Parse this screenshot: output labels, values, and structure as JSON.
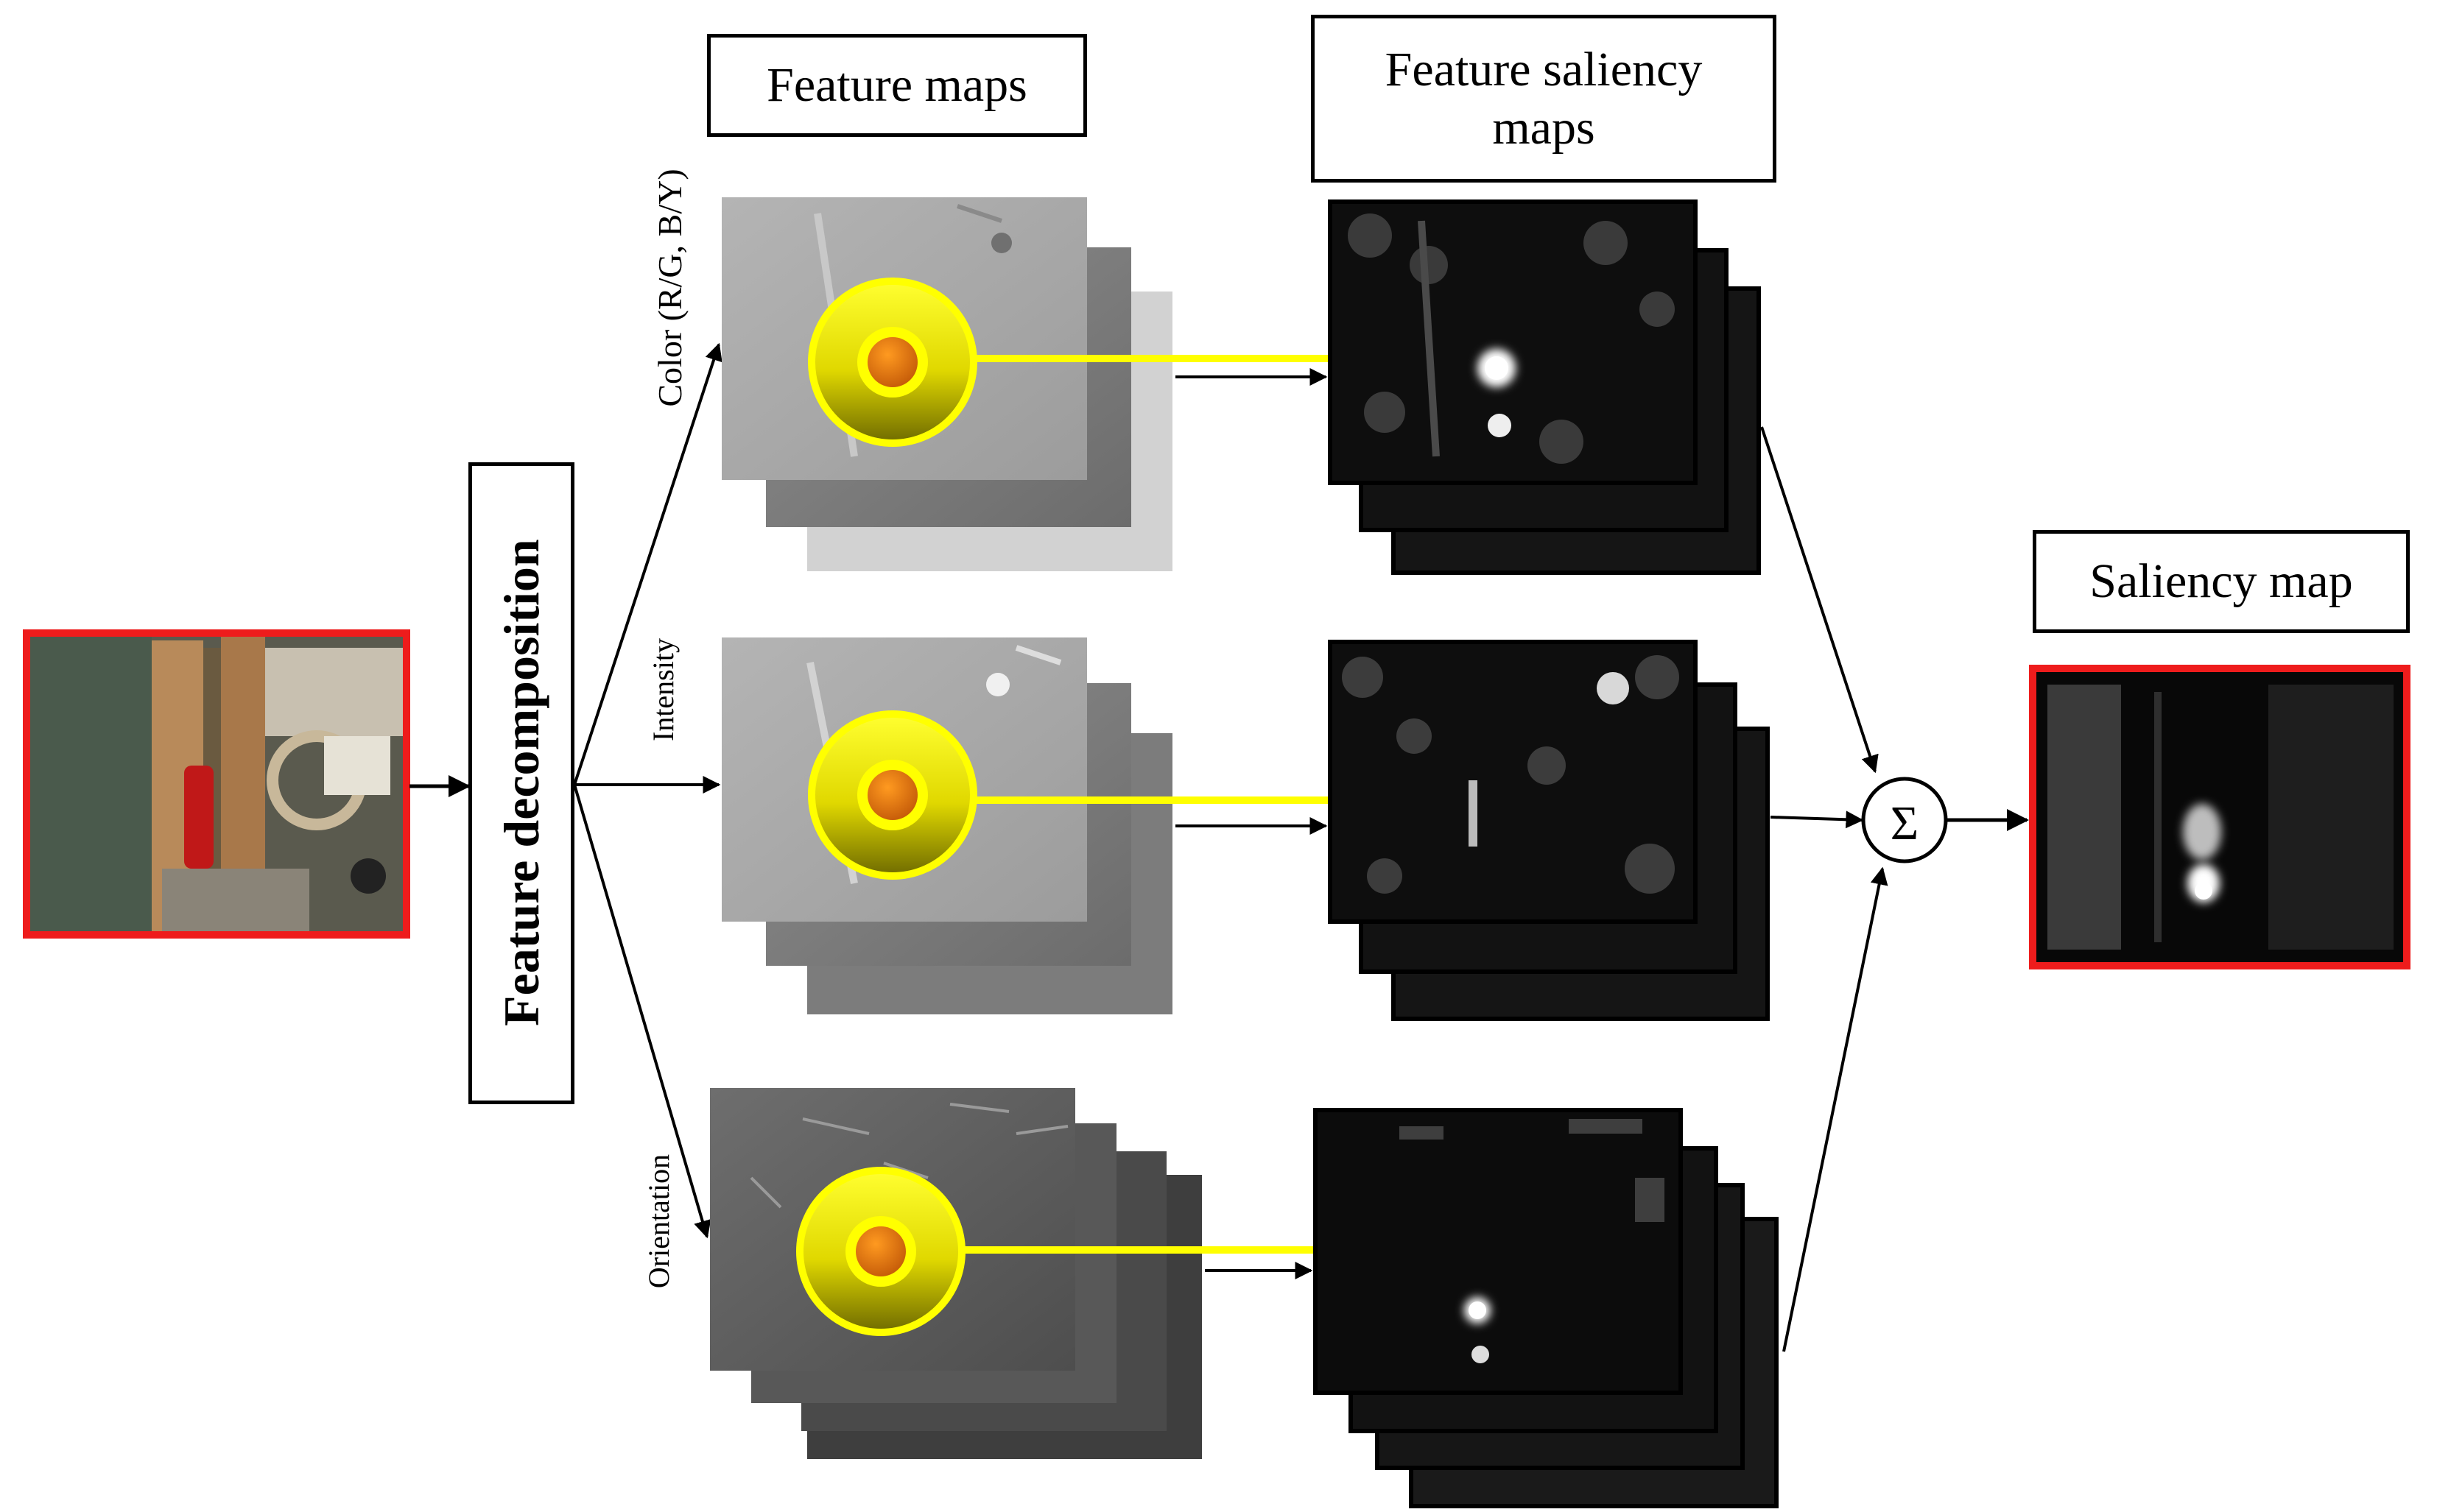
{
  "labels": {
    "feature_maps": "Feature maps",
    "feature_saliency_maps": "Feature saliency\nmaps",
    "saliency_map": "Saliency map",
    "feature_decomposition": "Feature decomposition",
    "sum_symbol": "Σ"
  },
  "channels": [
    {
      "label": "Color (R/G, B/Y)"
    },
    {
      "label": "Intensity"
    },
    {
      "label": "Orientation"
    }
  ],
  "colors": {
    "frame_red": "#ee1c1c",
    "arrow_yellow": "#ffff00",
    "ring_yellow": "#f2f200",
    "dot_orange": "#e07010"
  }
}
